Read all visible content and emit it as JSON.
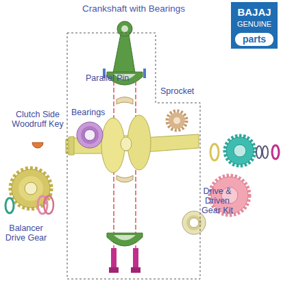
{
  "diagram": {
    "nodes": [
      {
        "text": [
          "Crankshaft with Bearings"
        ]
      },
      {
        "text": [
          "BAJAJ",
          "GENUINE"
        ]
      },
      {
        "text": [
          "parts"
        ],
        "in": 1
      }
    ],
    "labels": [
      "Parallel Pin",
      "Sprocket",
      "Clutch Side Woodruff Key",
      "Bearings",
      "Drive & Driven Gear Kit",
      "Balancer Drive Gear"
    ]
  }
}
